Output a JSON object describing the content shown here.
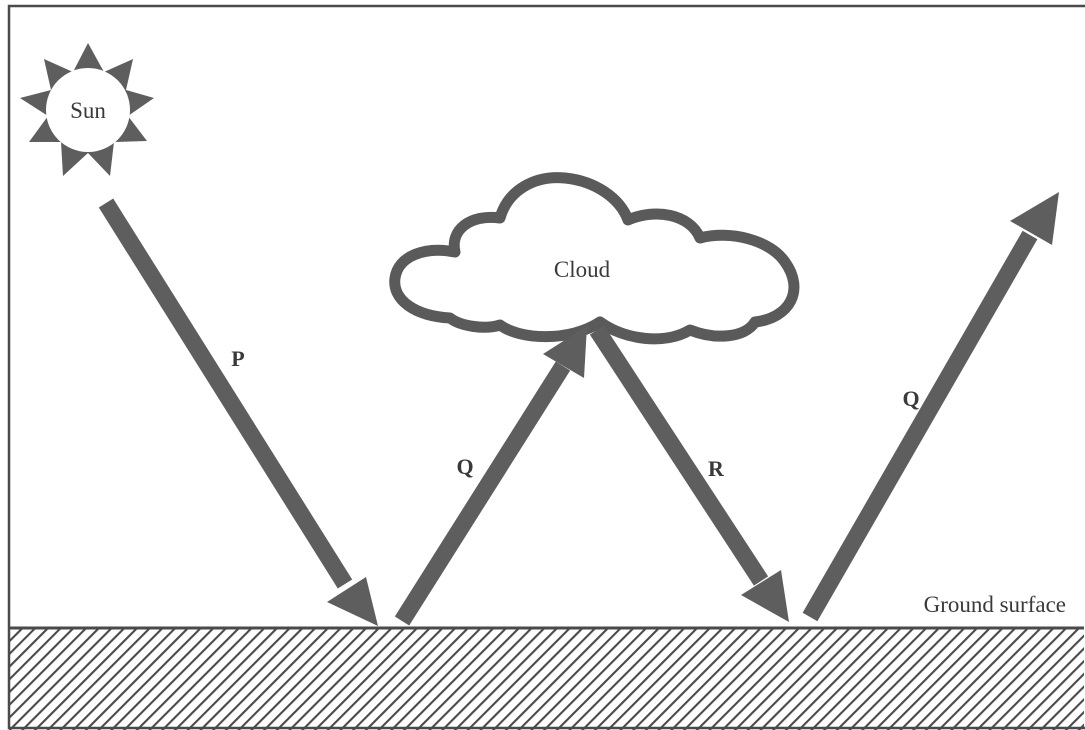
{
  "colors": {
    "frame": "#4a4a4a",
    "arrow": "#5e5e5e",
    "text": "#3a3a3a",
    "cloud_outline": "#5a5a5a",
    "sun_rays": "#5e5e5e",
    "ground_hatch": "#4a4a4a",
    "background": "#ffffff"
  },
  "sun": {
    "label": "Sun",
    "icon": "sun-icon"
  },
  "cloud": {
    "label": "Cloud",
    "icon": "cloud-icon"
  },
  "ground": {
    "label": "Ground surface"
  },
  "arrows": {
    "p": {
      "label": "P",
      "direction": "sun-to-ground"
    },
    "q1": {
      "label": "Q",
      "direction": "ground-to-cloud"
    },
    "r": {
      "label": "R",
      "direction": "cloud-to-ground"
    },
    "q2": {
      "label": "Q",
      "direction": "ground-to-space"
    }
  }
}
